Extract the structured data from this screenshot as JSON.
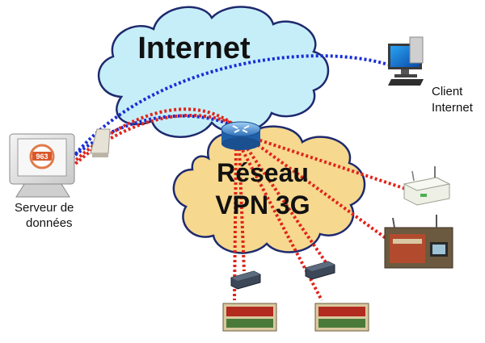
{
  "clouds": {
    "internet": {
      "label": "Internet",
      "fill": "#c6eef8",
      "stroke": "#1e2a6e"
    },
    "vpn": {
      "label_line1": "Réseau",
      "label_line2": "VPN 3G",
      "fill": "#f6d88f",
      "stroke": "#1e2a6e"
    }
  },
  "nodes": {
    "server": {
      "label_line1": "Serveur de",
      "label_line2": "données",
      "screen_badge": "963"
    },
    "client": {
      "label_line1": "Client",
      "label_line2": "Internet"
    }
  },
  "colors": {
    "link_internet": "#1a2ed6",
    "link_vpn": "#e0241b"
  }
}
